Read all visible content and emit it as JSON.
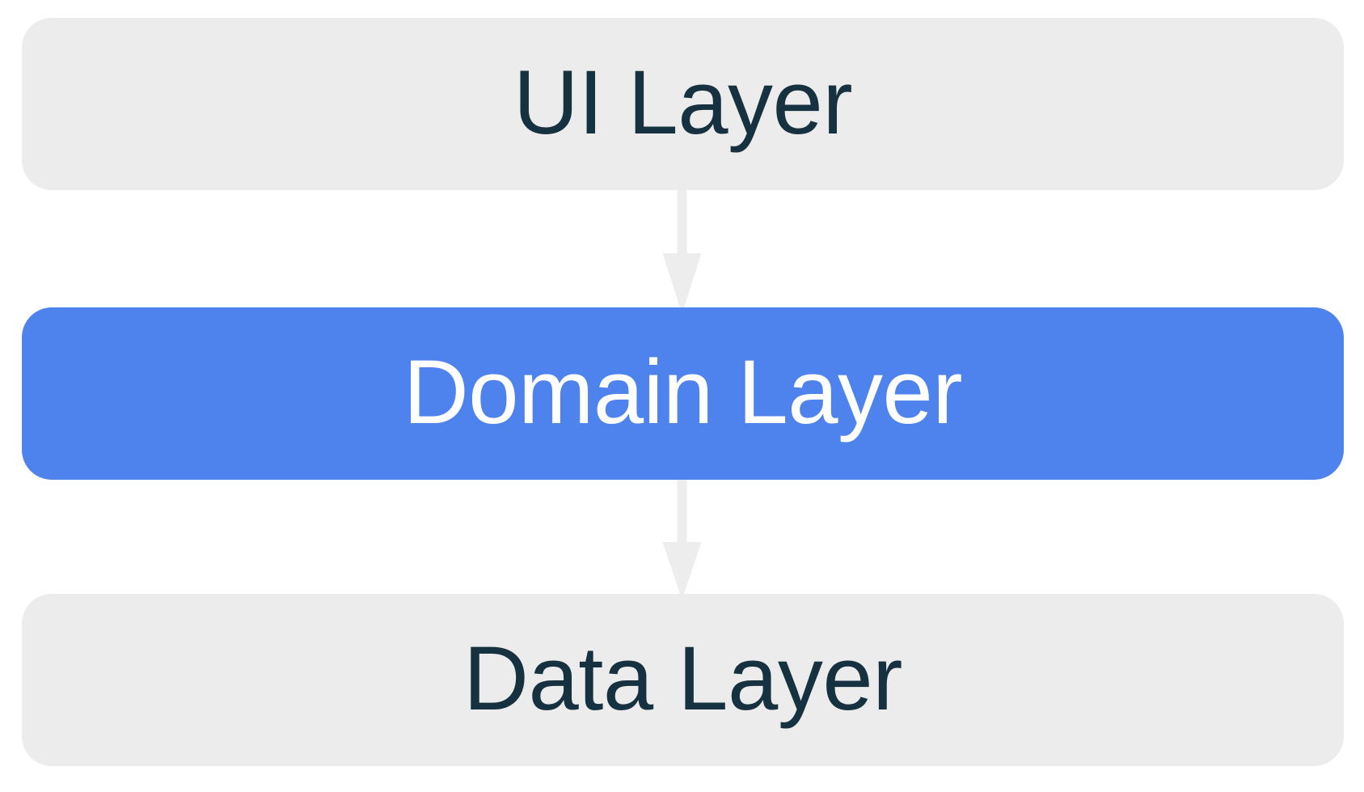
{
  "diagram": {
    "type": "layered-architecture",
    "layers": [
      {
        "id": "ui",
        "label": "UI Layer",
        "variant": "muted",
        "bg_color": "#ECECEC",
        "text_color": "#16313F"
      },
      {
        "id": "domain",
        "label": "Domain Layer",
        "variant": "accent",
        "bg_color": "#4E82EC",
        "text_color": "#FFFFFF"
      },
      {
        "id": "data",
        "label": "Data Layer",
        "variant": "muted",
        "bg_color": "#ECECEC",
        "text_color": "#16313F"
      }
    ],
    "arrows": [
      {
        "from": "UI Layer",
        "to": "Domain Layer",
        "direction": "down",
        "icon": "arrow-down-icon",
        "color": "#EDEDED"
      },
      {
        "from": "Domain Layer",
        "to": "Data Layer",
        "direction": "down",
        "icon": "arrow-down-icon",
        "color": "#EDEDED"
      }
    ],
    "colors": {
      "background": "#FFFFFF",
      "box_muted_bg": "#ECECEC",
      "box_accent_bg": "#4E82EC",
      "text_dark": "#16313F",
      "text_light": "#FFFFFF",
      "arrow": "#EDEDED"
    }
  }
}
